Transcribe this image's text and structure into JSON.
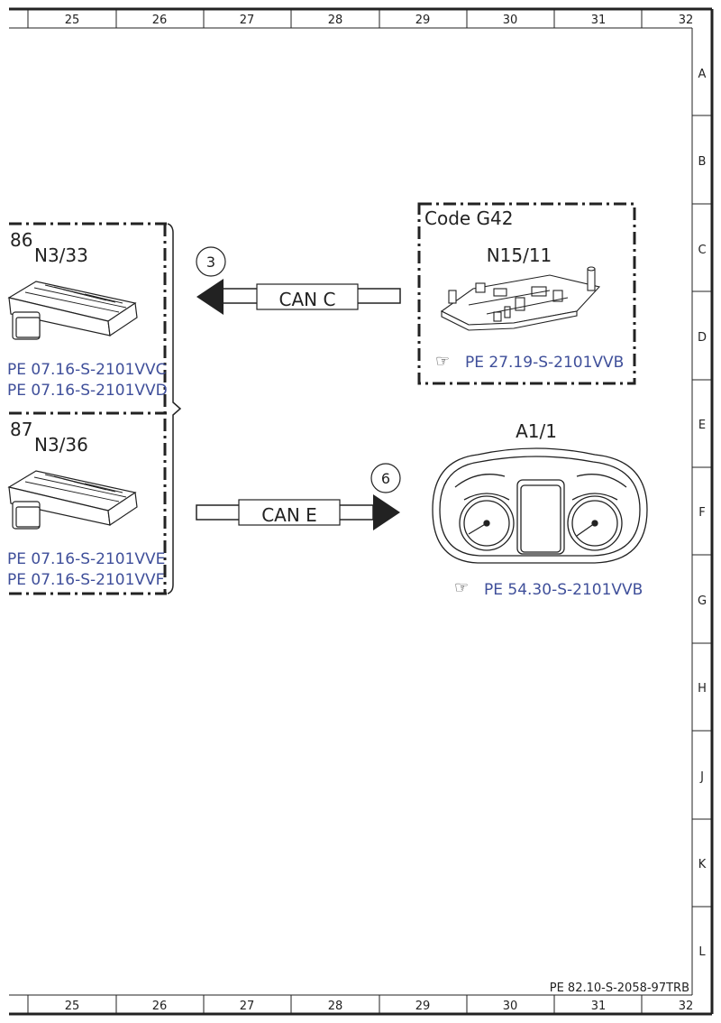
{
  "columns": [
    "25",
    "26",
    "27",
    "28",
    "29",
    "30",
    "31",
    "32"
  ],
  "rows": [
    "A",
    "B",
    "C",
    "D",
    "E",
    "F",
    "G",
    "H",
    "J",
    "K",
    "L"
  ],
  "ecu_top": {
    "number": "86",
    "name": "N3/33",
    "refs": [
      "PE 07.16-S-2101VVC",
      "PE 07.16-S-2101VVD"
    ]
  },
  "ecu_bottom": {
    "number": "87",
    "name": "N3/36",
    "refs": [
      "PE 07.16-S-2101VVE",
      "PE 07.16-S-2101VVF"
    ]
  },
  "module": {
    "code": "Code G42",
    "name": "N15/11",
    "ref": "PE 27.19-S-2101VVB"
  },
  "cluster": {
    "name": "A1/1",
    "ref": "PE 54.30-S-2101VVB"
  },
  "can_c": {
    "label": "CAN C",
    "step": "3"
  },
  "can_e": {
    "label": "CAN E",
    "step": "6"
  },
  "footer_ref": "PE 82.10-S-2058-97TRB",
  "colors": {
    "link": "#3f4f9a",
    "line": "#222222"
  }
}
